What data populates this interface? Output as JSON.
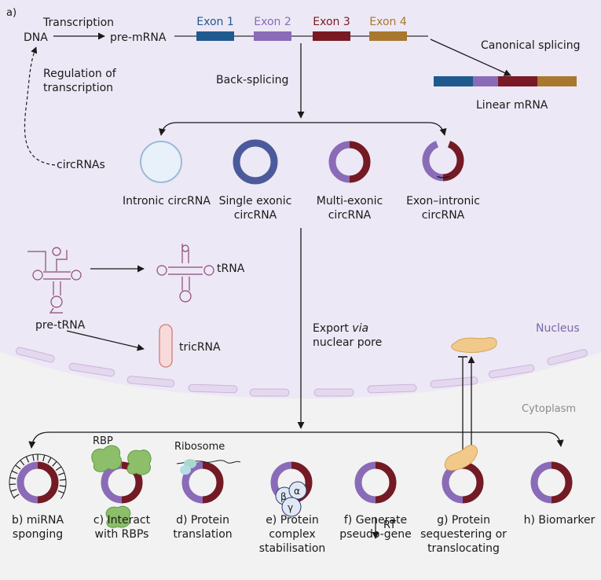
{
  "panel_label": "a)",
  "top": {
    "dna": "DNA",
    "transcription": "Transcription",
    "pre_mrna": "pre-mRNA",
    "exons": [
      {
        "label": "Exon 1",
        "color": "#1f5a8e"
      },
      {
        "label": "Exon 2",
        "color": "#8a6bb8"
      },
      {
        "label": "Exon 3",
        "color": "#7a1a25"
      },
      {
        "label": "Exon 4",
        "color": "#a9782f"
      }
    ],
    "canonical_splicing": "Canonical splicing",
    "linear_mrna": "Linear mRNA",
    "back_splicing": "Back-splicing",
    "regulation_line1": "Regulation of",
    "regulation_line2": "transcription",
    "circrnas": "circRNAs"
  },
  "circ_types": [
    {
      "line1": "Intronic circRNA",
      "line2": ""
    },
    {
      "line1": "Single exonic",
      "line2": "circRNA"
    },
    {
      "line1": "Multi-exonic",
      "line2": "circRNA"
    },
    {
      "line1": "Exon–intronic",
      "line2": "circRNA"
    }
  ],
  "trna": {
    "pre_trna": "pre-tRNA",
    "trna": "tRNA",
    "tricrna": "tricRNA"
  },
  "export_line1_prefix": "Export ",
  "export_line1_italic": "via",
  "export_line2": "nuclear pore",
  "nucleus": "Nucleus",
  "cytoplasm": "Cytoplasm",
  "ribosome": "Ribosome",
  "rbp": "RBP",
  "rt": "RT",
  "greek": {
    "beta": "β",
    "alpha": "α",
    "gamma": "γ"
  },
  "functions": [
    {
      "line1": "b) miRNA",
      "line2": "sponging",
      "line3": ""
    },
    {
      "line1": "c) Interact",
      "line2": "with RBPs",
      "line3": ""
    },
    {
      "line1": "d) Protein",
      "line2": "translation",
      "line3": ""
    },
    {
      "line1": "e) Protein",
      "line2": "complex",
      "line3": "stabilisation"
    },
    {
      "line1": "f) Generate",
      "line2": "pseudo-gene",
      "line3": ""
    },
    {
      "line1": "g) Protein",
      "line2": "sequestering or",
      "line3": "translocating"
    },
    {
      "line1": "h) Biomarker",
      "line2": "",
      "line3": ""
    }
  ],
  "colors": {
    "nucleus_bg": "#ede8f5",
    "cytoplasm_bg": "#f2f2f2",
    "purple": "#8a6bb8",
    "maroon": "#731a24",
    "navy": "#4b5a9a",
    "rbp_green": "#8dbf6a",
    "protein": "#f1c98a"
  }
}
